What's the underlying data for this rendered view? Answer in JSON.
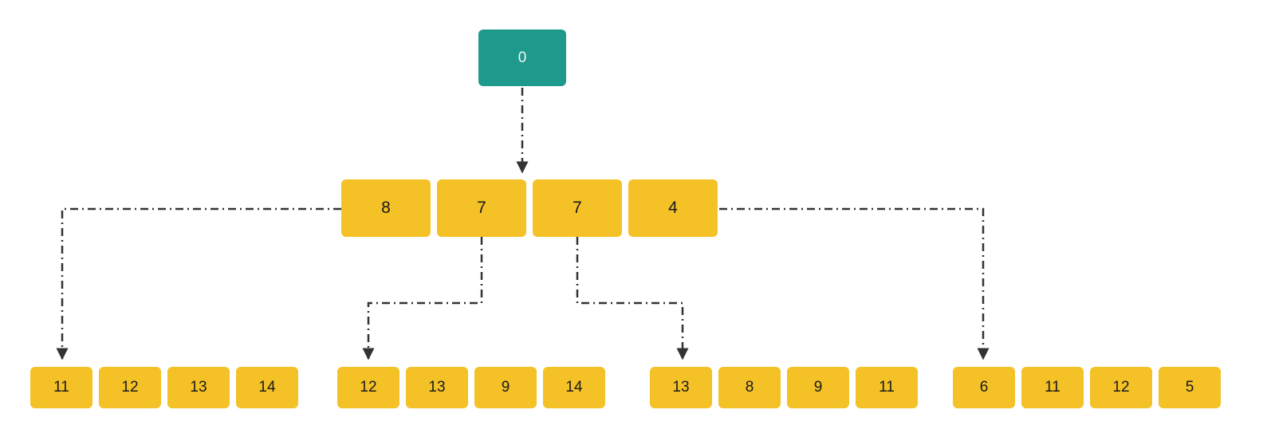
{
  "diagram": {
    "type": "b-tree",
    "root": {
      "label": "0"
    },
    "internal": {
      "keys": [
        "8",
        "7",
        "7",
        "4"
      ]
    },
    "leaves": [
      {
        "keys": [
          "11",
          "12",
          "13",
          "14"
        ]
      },
      {
        "keys": [
          "12",
          "13",
          "9",
          "14"
        ]
      },
      {
        "keys": [
          "13",
          "8",
          "9",
          "11"
        ]
      },
      {
        "keys": [
          "6",
          "11",
          "12",
          "5"
        ]
      }
    ],
    "colors": {
      "root_fill": "#1e9a8d",
      "root_text": "#f4f7f6",
      "node_fill": "#f4c127",
      "node_text": "#1a1a1a",
      "arrow": "#333333"
    }
  }
}
